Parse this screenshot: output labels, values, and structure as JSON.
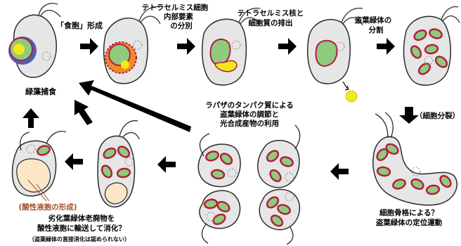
{
  "labels": {
    "phagocytosis": "「食胞」形成",
    "separation": [
      "テトラセルミス細胞",
      "内部要素",
      "の分別"
    ],
    "excretion": [
      "テトラセルミス核と",
      "細胞質の排出"
    ],
    "division": [
      "盗葉緑体の",
      "分割"
    ],
    "green_algae_feeding": "緑藻捕食",
    "rapaza_protein": [
      "ラパザのタンパク質による",
      "盗葉緑体の調節と",
      "光合成産物の利用"
    ],
    "cell_division": "（細胞分裂）",
    "cytoskeleton": [
      "細胞骨格による？",
      "盗葉緑体の定位運動"
    ],
    "acidic_vacuole": "(酸性液胞の形成)",
    "digestion": [
      "劣化葉緑体老廃物を",
      "酸性液胞に輸送して消化？"
    ],
    "note": "（盗葉緑体の直接消化は認められない）"
  },
  "colors": {
    "cell_fill": "#e6e6e6",
    "cell_outline": "#2b2b2b",
    "chloroplast_fill": "#8fca7f",
    "chloroplast_outline": "#b0203c",
    "nucleus_fill": "#f2e81a",
    "vacuole_fill": "#fbe6c8",
    "vacuole_label": "#a0522d",
    "arrow": "#000000"
  }
}
